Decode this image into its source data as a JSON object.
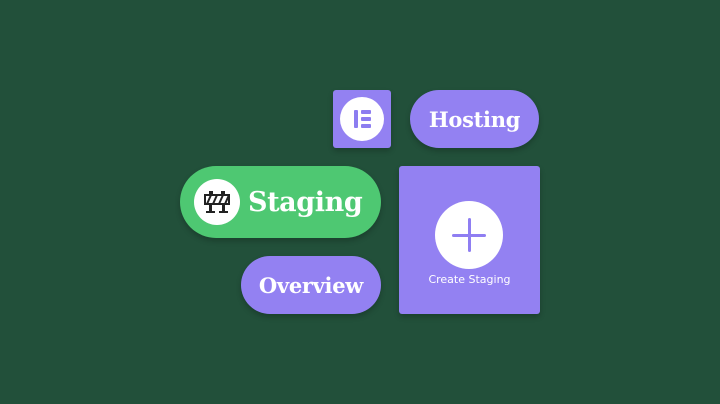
{
  "tiles": {
    "hosting_label": "Hosting",
    "staging_label": "Staging",
    "overview_label": "Overview",
    "create_staging_label": "Create Staging"
  },
  "icons": {
    "logo": "elementor-logo-icon",
    "staging": "road-barrier-icon",
    "create": "plus-icon"
  },
  "colors": {
    "background": "#22503a",
    "purple": "#9381f2",
    "green": "#4ec872",
    "white": "#ffffff"
  }
}
